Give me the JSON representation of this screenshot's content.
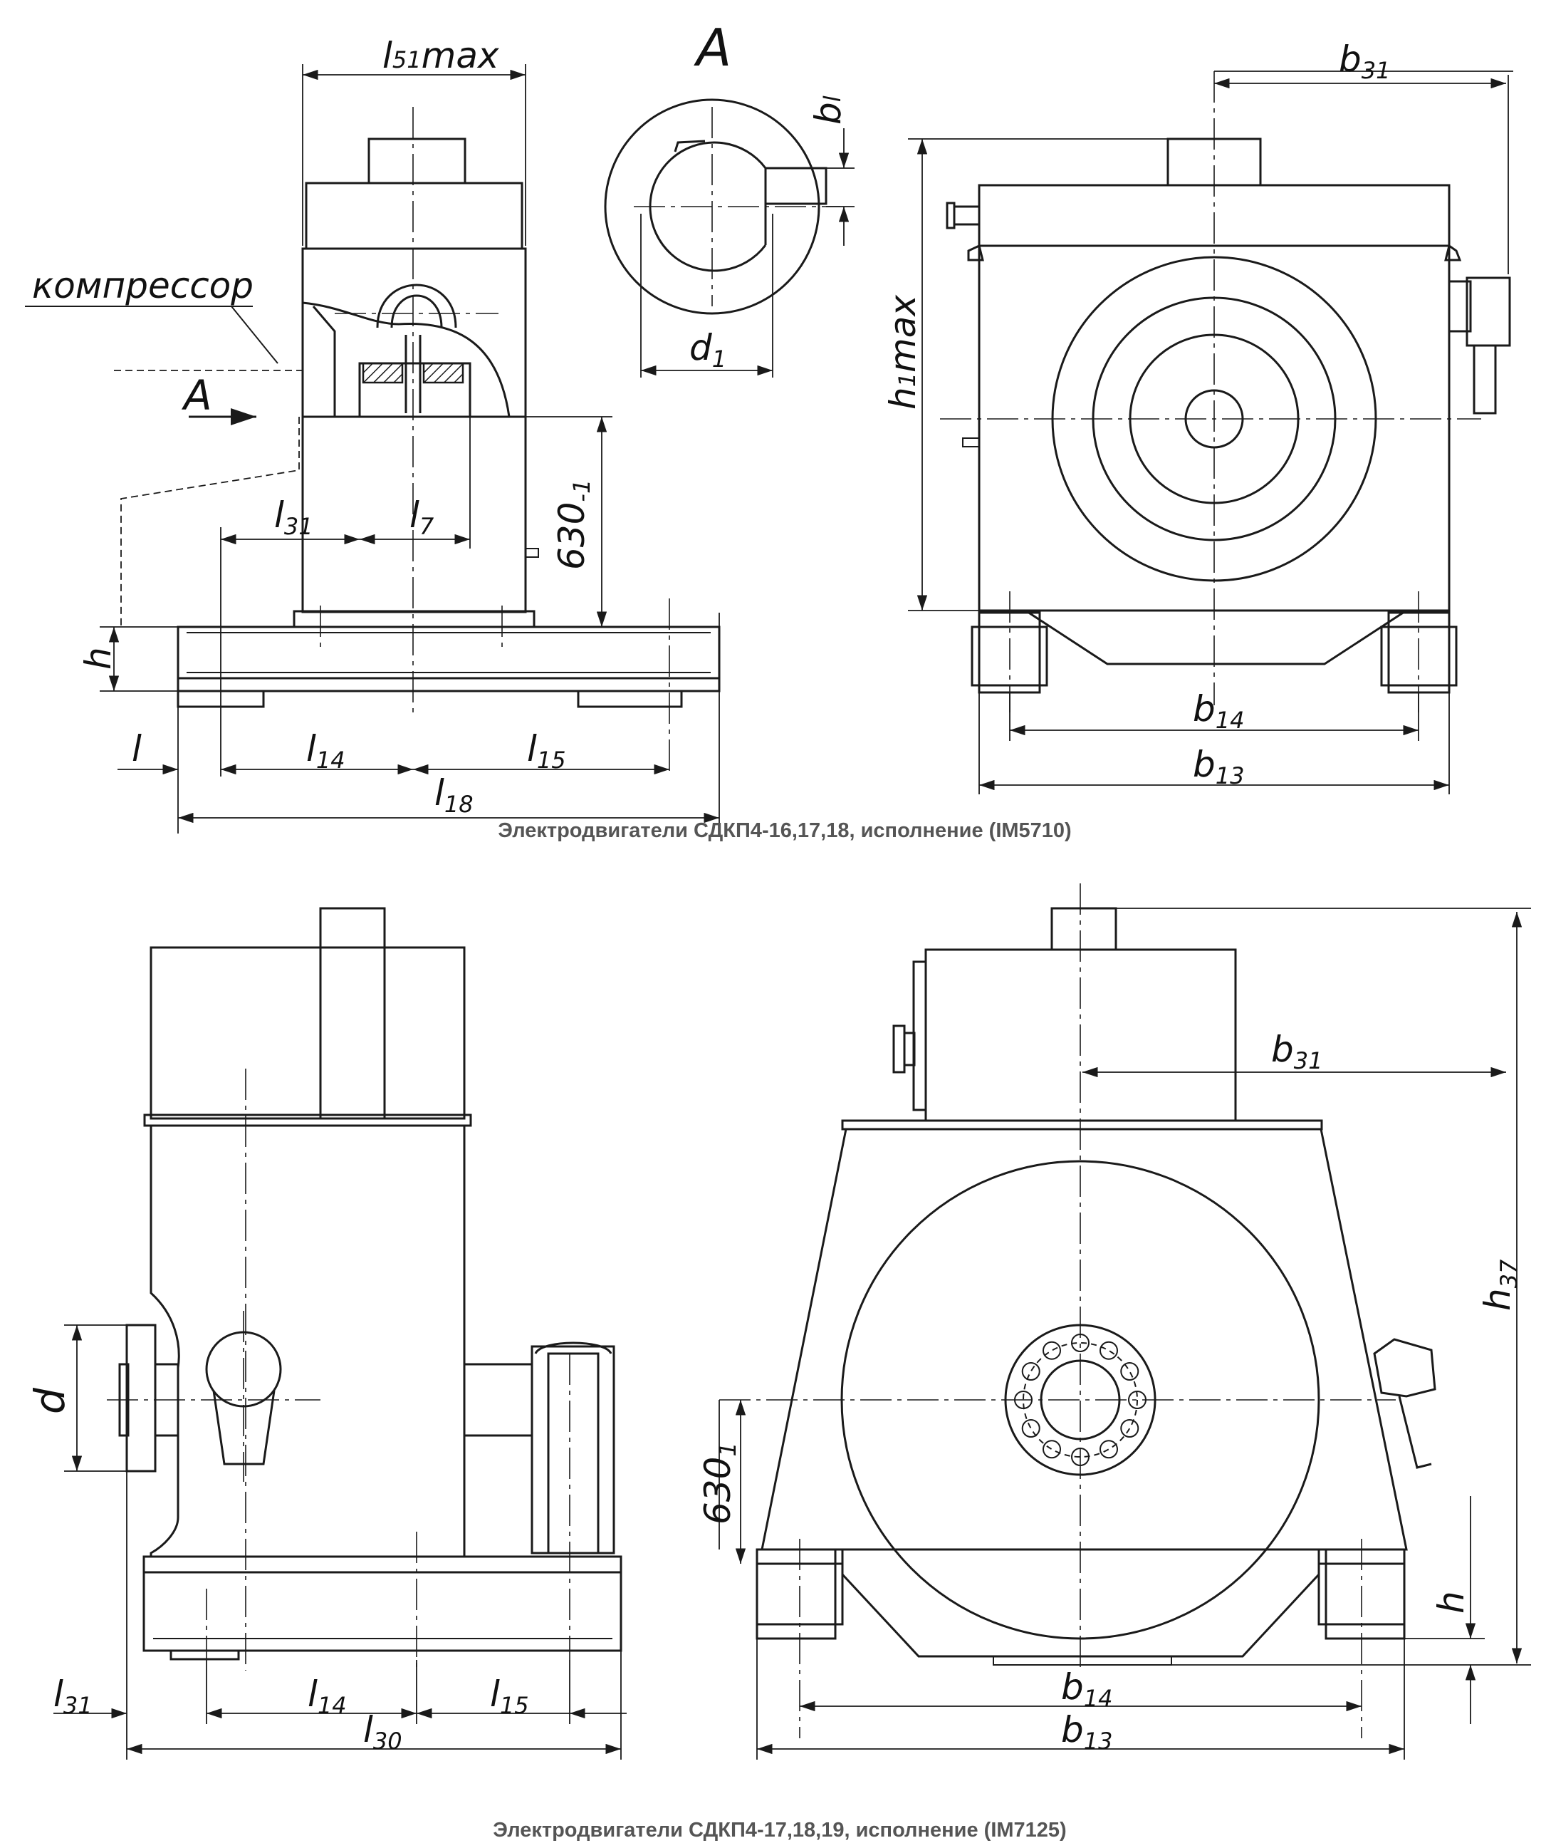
{
  "top_view": {
    "caption": "Электродвигатели СДКП4-16,17,18, исполнение (IM5710)",
    "section_label": "A",
    "arrow_label": "A",
    "compressor_label": "компрессор",
    "dims": {
      "l51": "l",
      "l51_sub": "51",
      "l51_suffix": "max",
      "l31": "l",
      "l31_sub": "31",
      "l7": "l",
      "l7_sub": "7",
      "h630": "630",
      "h630_sub": "-1",
      "h": "h",
      "l": "l",
      "l14": "l",
      "l14_sub": "14",
      "l15": "l",
      "l15_sub": "15",
      "l18": "l",
      "l18_sub": "18",
      "b1": "b",
      "b1_sub": "l",
      "d1": "d",
      "d1_sub": "1",
      "b31": "b",
      "b31_sub": "31",
      "h1": "h",
      "h1_sub": "1",
      "h1_suffix": "max",
      "b14": "b",
      "b14_sub": "14",
      "b13": "b",
      "b13_sub": "13"
    }
  },
  "bottom_view": {
    "caption": "Электродвигатели СДКП4-17,18,19, исполнение (IM7125)",
    "dims": {
      "d": "d",
      "l31": "l",
      "l31_sub": "31",
      "l14": "l",
      "l14_sub": "14",
      "l15": "l",
      "l15_sub": "15",
      "l30": "l",
      "l30_sub": "30",
      "b31": "b",
      "b31_sub": "31",
      "h37": "h",
      "h37_sub": "37",
      "h630": "630",
      "h630_sub": "1",
      "h": "h",
      "b14": "b",
      "b14_sub": "14",
      "b13": "b",
      "b13_sub": "13"
    }
  },
  "colors": {
    "line": "#1a1a1a",
    "caption": "#555555",
    "background": "#ffffff"
  }
}
